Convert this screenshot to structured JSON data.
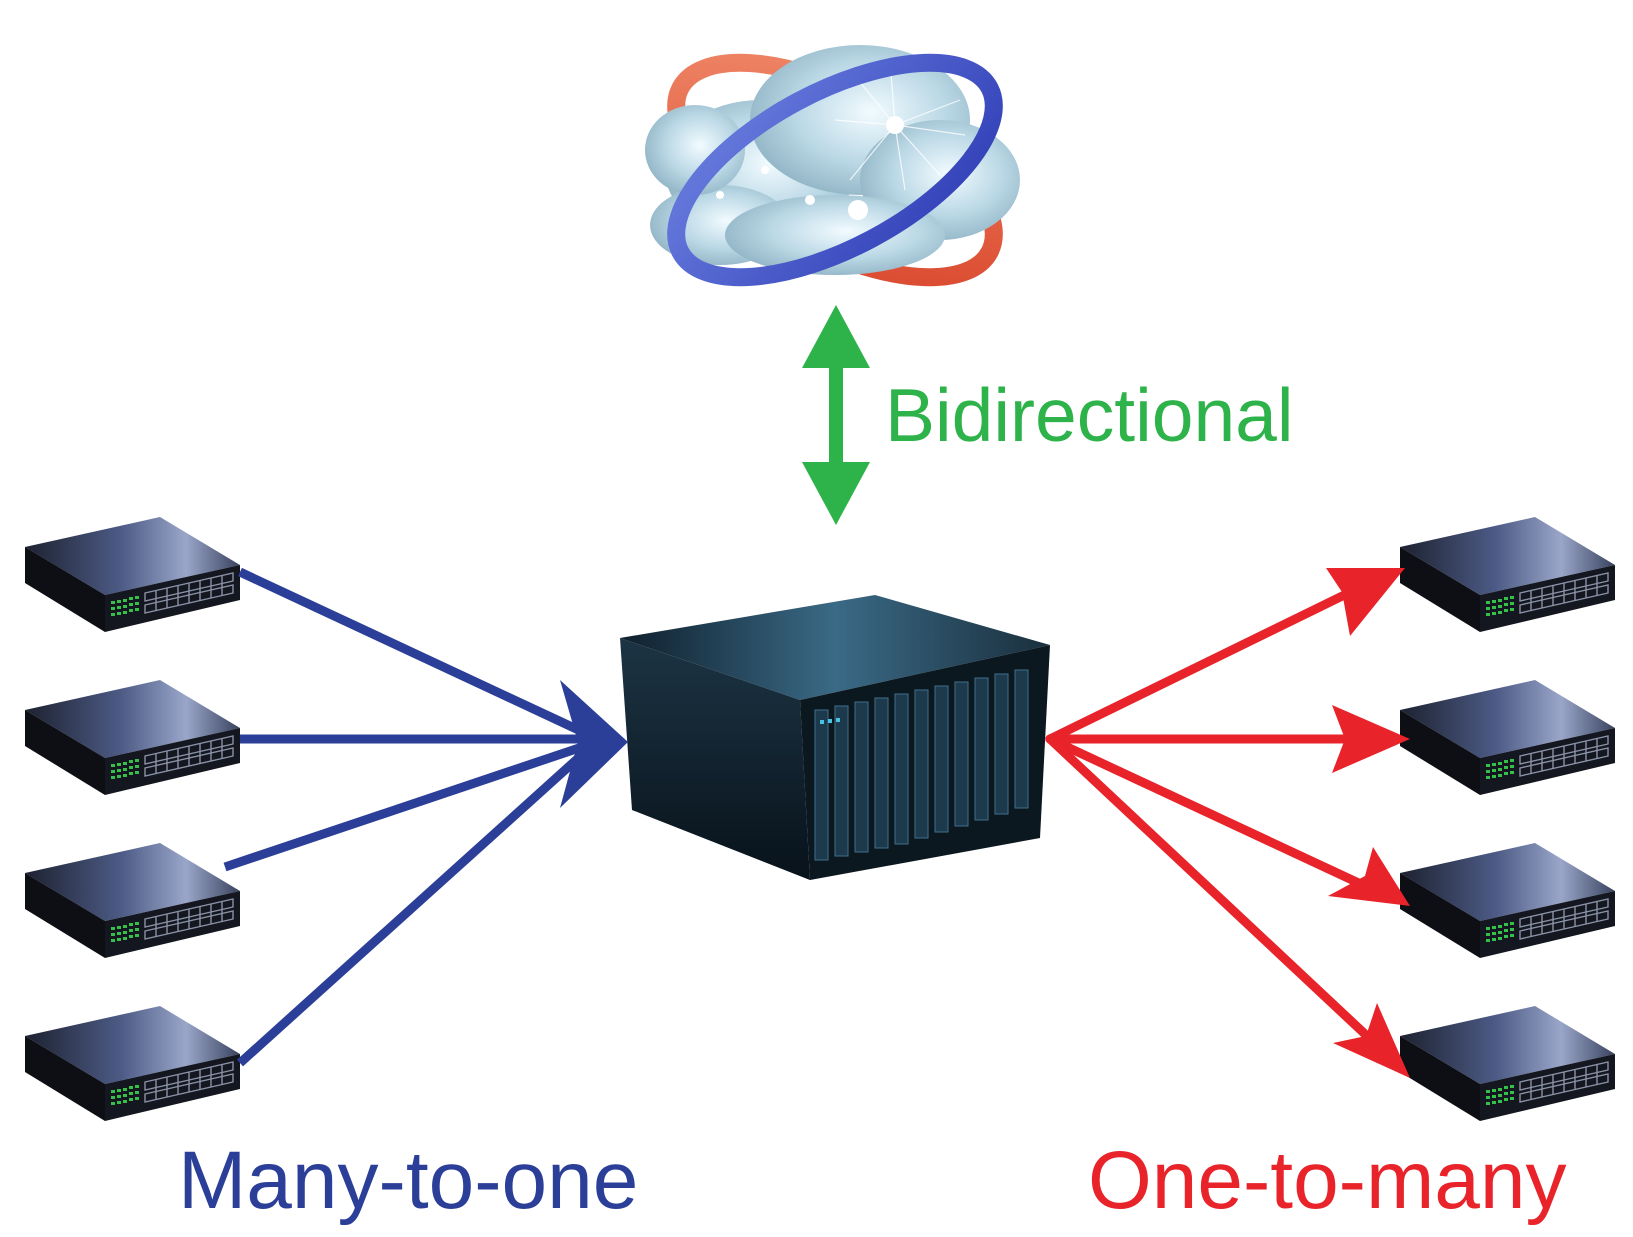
{
  "labels": {
    "bidirectional": "Bidirectional",
    "many_to_one": "Many-to-one",
    "one_to_many": "One-to-many"
  },
  "colors": {
    "bidirectional": "#2db34a",
    "many_to_one": "#2b3f98",
    "one_to_many": "#e8232a"
  },
  "icons": {
    "cloud": "cloud-icon",
    "server": "server-icon",
    "switch": "network-switch-icon"
  },
  "left_devices": 4,
  "right_devices": 4
}
